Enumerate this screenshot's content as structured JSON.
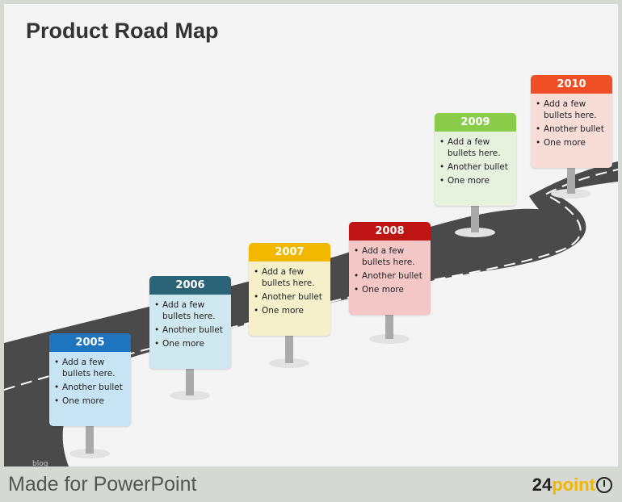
{
  "title": "Product Road Map",
  "footer": {
    "text": "Made for PowerPoint",
    "logo_number": "24",
    "logo_word": "point",
    "blog_label": "blog"
  },
  "milestones": [
    {
      "year": "2005",
      "header_color": "#1f74c0",
      "body_color": "#c7e4f5",
      "bullets": [
        "Add a few bullets here.",
        "Another bullet",
        "One more"
      ]
    },
    {
      "year": "2006",
      "header_color": "#2b6377",
      "body_color": "#cfe7ef",
      "bullets": [
        "Add a few bullets here.",
        "Another bullet",
        "One more"
      ]
    },
    {
      "year": "2007",
      "header_color": "#f2b800",
      "body_color": "#f6f0ca",
      "bullets": [
        "Add a few bullets here.",
        "Another bullet",
        "One more"
      ]
    },
    {
      "year": "2008",
      "header_color": "#be1414",
      "body_color": "#f4c7c7",
      "bullets": [
        "Add a few bullets here.",
        "Another bullet",
        "One more"
      ]
    },
    {
      "year": "2009",
      "header_color": "#8bcb4a",
      "body_color": "#e6f2dd",
      "bullets": [
        "Add a few bullets here.",
        "Another bullet",
        "One more"
      ]
    },
    {
      "year": "2010",
      "header_color": "#f04f25",
      "body_color": "#f7ddd6",
      "bullets": [
        "Add a few bullets here.",
        "Another bullet",
        "One more"
      ]
    }
  ]
}
